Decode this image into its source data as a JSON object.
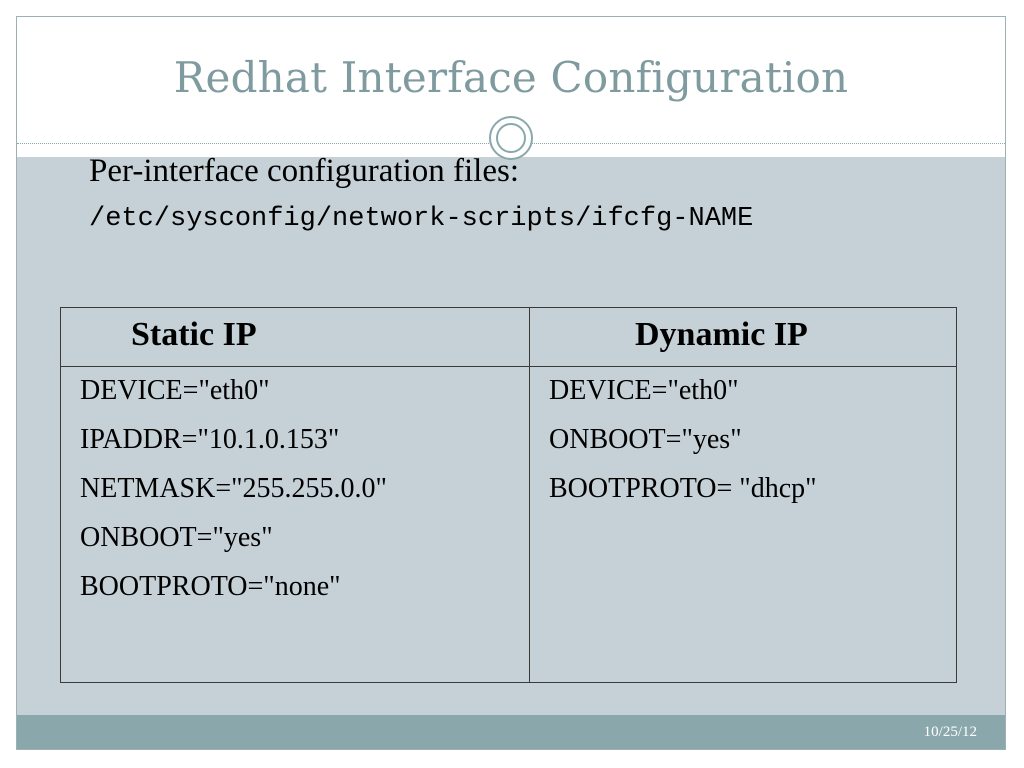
{
  "slide": {
    "title": "Redhat Interface Configuration",
    "heading": "Per-interface configuration files:",
    "path": "/etc/sysconfig/network-scripts/ifcfg-NAME",
    "date": "10/25/12"
  },
  "table": {
    "headers": [
      "Static IP",
      "Dynamic IP"
    ],
    "static_lines": [
      "DEVICE=\"eth0\"",
      "IPADDR=\"10.1.0.153\"",
      "NETMASK=\"255.255.0.0\"",
      "ONBOOT=\"yes\"",
      "BOOTPROTO=\"none\""
    ],
    "dynamic_lines": [
      "DEVICE=\"eth0\"",
      "ONBOOT=\"yes\"",
      "BOOTPROTO= \"dhcp\""
    ]
  },
  "colors": {
    "title": "#7f9b9f",
    "content_background": "#c5d1d7",
    "footer_band": "#8aa8ac"
  }
}
